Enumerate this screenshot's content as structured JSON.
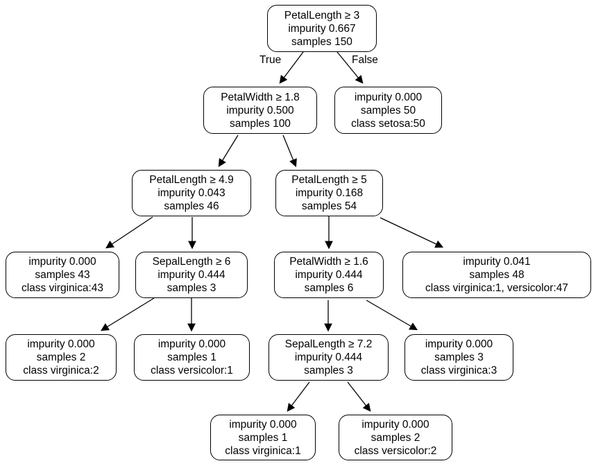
{
  "diagram": {
    "type": "decision-tree",
    "dataset": "iris",
    "background_color": "#ffffff",
    "node_fill_color": "#ffffff",
    "node_border_color": "#000000",
    "edge_color": "#000000",
    "text_color": "#000000"
  },
  "edge_labels": {
    "left": "True",
    "right": "False"
  },
  "nodes": [
    {
      "id": "root",
      "lines": [
        "PetalLength ≥ 3",
        "impurity 0.667",
        "samples 150"
      ]
    },
    {
      "id": "petalwidth-1-8",
      "lines": [
        "PetalWidth ≥ 1.8",
        "impurity 0.500",
        "samples 100"
      ]
    },
    {
      "id": "leaf-setosa-50",
      "lines": [
        "impurity 0.000",
        "samples 50",
        "class setosa:50"
      ]
    },
    {
      "id": "petallength-4-9",
      "lines": [
        "PetalLength ≥ 4.9",
        "impurity 0.043",
        "samples 46"
      ]
    },
    {
      "id": "petallength-5",
      "lines": [
        "PetalLength ≥ 5",
        "impurity 0.168",
        "samples 54"
      ]
    },
    {
      "id": "leaf-virginica-43",
      "lines": [
        "impurity 0.000",
        "samples 43",
        "class virginica:43"
      ]
    },
    {
      "id": "sepallength-6",
      "lines": [
        "SepalLength ≥ 6",
        "impurity 0.444",
        "samples 3"
      ]
    },
    {
      "id": "petalwidth-1-6",
      "lines": [
        "PetalWidth ≥ 1.6",
        "impurity 0.444",
        "samples 6"
      ]
    },
    {
      "id": "leaf-mixed-48",
      "lines": [
        "impurity 0.041",
        "samples 48",
        "class virginica:1, versicolor:47"
      ]
    },
    {
      "id": "leaf-virginica-2",
      "lines": [
        "impurity 0.000",
        "samples 2",
        "class virginica:2"
      ]
    },
    {
      "id": "leaf-versicolor-1",
      "lines": [
        "impurity 0.000",
        "samples 1",
        "class versicolor:1"
      ]
    },
    {
      "id": "sepallength-7-2",
      "lines": [
        "SepalLength ≥ 7.2",
        "impurity 0.444",
        "samples 3"
      ]
    },
    {
      "id": "leaf-virginica-3",
      "lines": [
        "impurity 0.000",
        "samples 3",
        "class virginica:3"
      ]
    },
    {
      "id": "leaf-virginica-1",
      "lines": [
        "impurity 0.000",
        "samples 1",
        "class virginica:1"
      ]
    },
    {
      "id": "leaf-versicolor-2",
      "lines": [
        "impurity 0.000",
        "samples 2",
        "class versicolor:2"
      ]
    }
  ],
  "edges": [
    {
      "from": "root",
      "to": "petalwidth-1-8",
      "label": "True"
    },
    {
      "from": "root",
      "to": "leaf-setosa-50",
      "label": "False"
    },
    {
      "from": "petalwidth-1-8",
      "to": "petallength-4-9"
    },
    {
      "from": "petalwidth-1-8",
      "to": "petallength-5"
    },
    {
      "from": "petallength-4-9",
      "to": "leaf-virginica-43"
    },
    {
      "from": "petallength-4-9",
      "to": "sepallength-6"
    },
    {
      "from": "petallength-5",
      "to": "petalwidth-1-6"
    },
    {
      "from": "petallength-5",
      "to": "leaf-mixed-48"
    },
    {
      "from": "sepallength-6",
      "to": "leaf-virginica-2"
    },
    {
      "from": "sepallength-6",
      "to": "leaf-versicolor-1"
    },
    {
      "from": "petalwidth-1-6",
      "to": "sepallength-7-2"
    },
    {
      "from": "petalwidth-1-6",
      "to": "leaf-virginica-3"
    },
    {
      "from": "sepallength-7-2",
      "to": "leaf-virginica-1"
    },
    {
      "from": "sepallength-7-2",
      "to": "leaf-versicolor-2"
    }
  ]
}
